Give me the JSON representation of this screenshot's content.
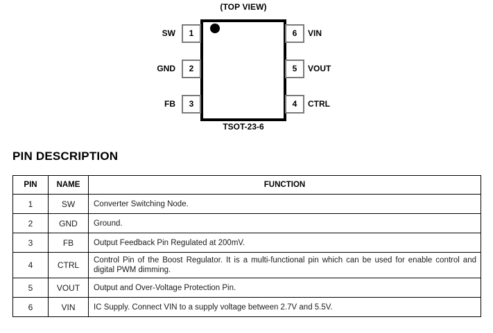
{
  "package_diagram": {
    "view_label": "(TOP VIEW)",
    "package_name": "TSOT-23-6",
    "pin1_marker": "pin1-dot",
    "left_pins": [
      {
        "number": "1",
        "name": "SW"
      },
      {
        "number": "2",
        "name": "GND"
      },
      {
        "number": "3",
        "name": "FB"
      }
    ],
    "right_pins": [
      {
        "number": "6",
        "name": "VIN"
      },
      {
        "number": "5",
        "name": "VOUT"
      },
      {
        "number": "4",
        "name": "CTRL"
      }
    ]
  },
  "section": {
    "heading": "PIN DESCRIPTION"
  },
  "pin_table": {
    "headers": {
      "pin": "PIN",
      "name": "NAME",
      "function": "FUNCTION"
    },
    "rows": [
      {
        "pin": "1",
        "name": "SW",
        "function": "Converter Switching Node."
      },
      {
        "pin": "2",
        "name": "GND",
        "function": "Ground."
      },
      {
        "pin": "3",
        "name": "FB",
        "function": "Output Feedback Pin Regulated at 200mV."
      },
      {
        "pin": "4",
        "name": "CTRL",
        "function": "Control Pin of the Boost Regulator. It is a multi-functional pin which can be used for enable control and digital PWM dimming."
      },
      {
        "pin": "5",
        "name": "VOUT",
        "function": "Output and Over-Voltage Protection Pin."
      },
      {
        "pin": "6",
        "name": "VIN",
        "function": "IC Supply. Connect VIN to a supply voltage between 2.7V and 5.5V."
      }
    ]
  },
  "colors": {
    "text": "#000000",
    "table_border": "#000000",
    "package_outline": "#000000",
    "pin_box_border": "#7a7a7a",
    "background": "#ffffff"
  }
}
